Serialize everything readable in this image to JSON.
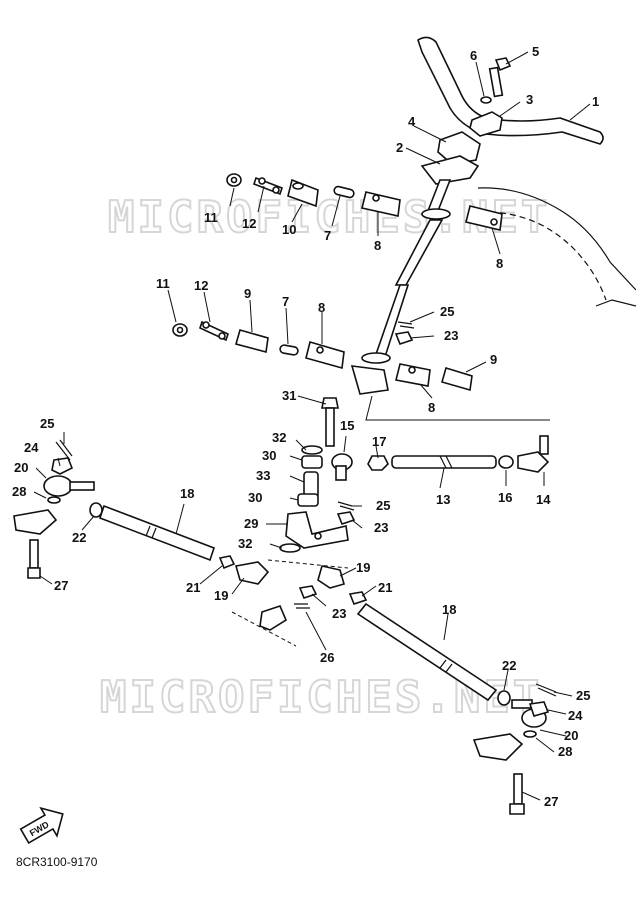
{
  "watermark": "MICROFICHES.NET",
  "diagram_code": "8CR3100-9170",
  "fwd_label": "FWD",
  "callouts": [
    {
      "id": "c1",
      "label": "1"
    },
    {
      "id": "c2",
      "label": "2"
    },
    {
      "id": "c3",
      "label": "3"
    },
    {
      "id": "c4",
      "label": "4"
    },
    {
      "id": "c5",
      "label": "5"
    },
    {
      "id": "c6",
      "label": "6"
    },
    {
      "id": "c7a",
      "label": "7"
    },
    {
      "id": "c7b",
      "label": "7"
    },
    {
      "id": "c8a",
      "label": "8"
    },
    {
      "id": "c8b",
      "label": "8"
    },
    {
      "id": "c8c",
      "label": "8"
    },
    {
      "id": "c8d",
      "label": "8"
    },
    {
      "id": "c9a",
      "label": "9"
    },
    {
      "id": "c9b",
      "label": "9"
    },
    {
      "id": "c10",
      "label": "10"
    },
    {
      "id": "c11a",
      "label": "11"
    },
    {
      "id": "c11b",
      "label": "11"
    },
    {
      "id": "c12a",
      "label": "12"
    },
    {
      "id": "c12b",
      "label": "12"
    },
    {
      "id": "c13",
      "label": "13"
    },
    {
      "id": "c14",
      "label": "14"
    },
    {
      "id": "c15",
      "label": "15"
    },
    {
      "id": "c16",
      "label": "16"
    },
    {
      "id": "c17",
      "label": "17"
    },
    {
      "id": "c18a",
      "label": "18"
    },
    {
      "id": "c18b",
      "label": "18"
    },
    {
      "id": "c19a",
      "label": "19"
    },
    {
      "id": "c19b",
      "label": "19"
    },
    {
      "id": "c20a",
      "label": "20"
    },
    {
      "id": "c20b",
      "label": "20"
    },
    {
      "id": "c21a",
      "label": "21"
    },
    {
      "id": "c21b",
      "label": "21"
    },
    {
      "id": "c22a",
      "label": "22"
    },
    {
      "id": "c22b",
      "label": "22"
    },
    {
      "id": "c23a",
      "label": "23"
    },
    {
      "id": "c23b",
      "label": "23"
    },
    {
      "id": "c23c",
      "label": "23"
    },
    {
      "id": "c24a",
      "label": "24"
    },
    {
      "id": "c24b",
      "label": "24"
    },
    {
      "id": "c25a",
      "label": "25"
    },
    {
      "id": "c25b",
      "label": "25"
    },
    {
      "id": "c25c",
      "label": "25"
    },
    {
      "id": "c25d",
      "label": "25"
    },
    {
      "id": "c26",
      "label": "26"
    },
    {
      "id": "c27a",
      "label": "27"
    },
    {
      "id": "c27b",
      "label": "27"
    },
    {
      "id": "c28a",
      "label": "28"
    },
    {
      "id": "c28b",
      "label": "28"
    },
    {
      "id": "c29",
      "label": "29"
    },
    {
      "id": "c30a",
      "label": "30"
    },
    {
      "id": "c30b",
      "label": "30"
    },
    {
      "id": "c31",
      "label": "31"
    },
    {
      "id": "c32a",
      "label": "32"
    },
    {
      "id": "c32b",
      "label": "32"
    },
    {
      "id": "c33",
      "label": "33"
    }
  ]
}
